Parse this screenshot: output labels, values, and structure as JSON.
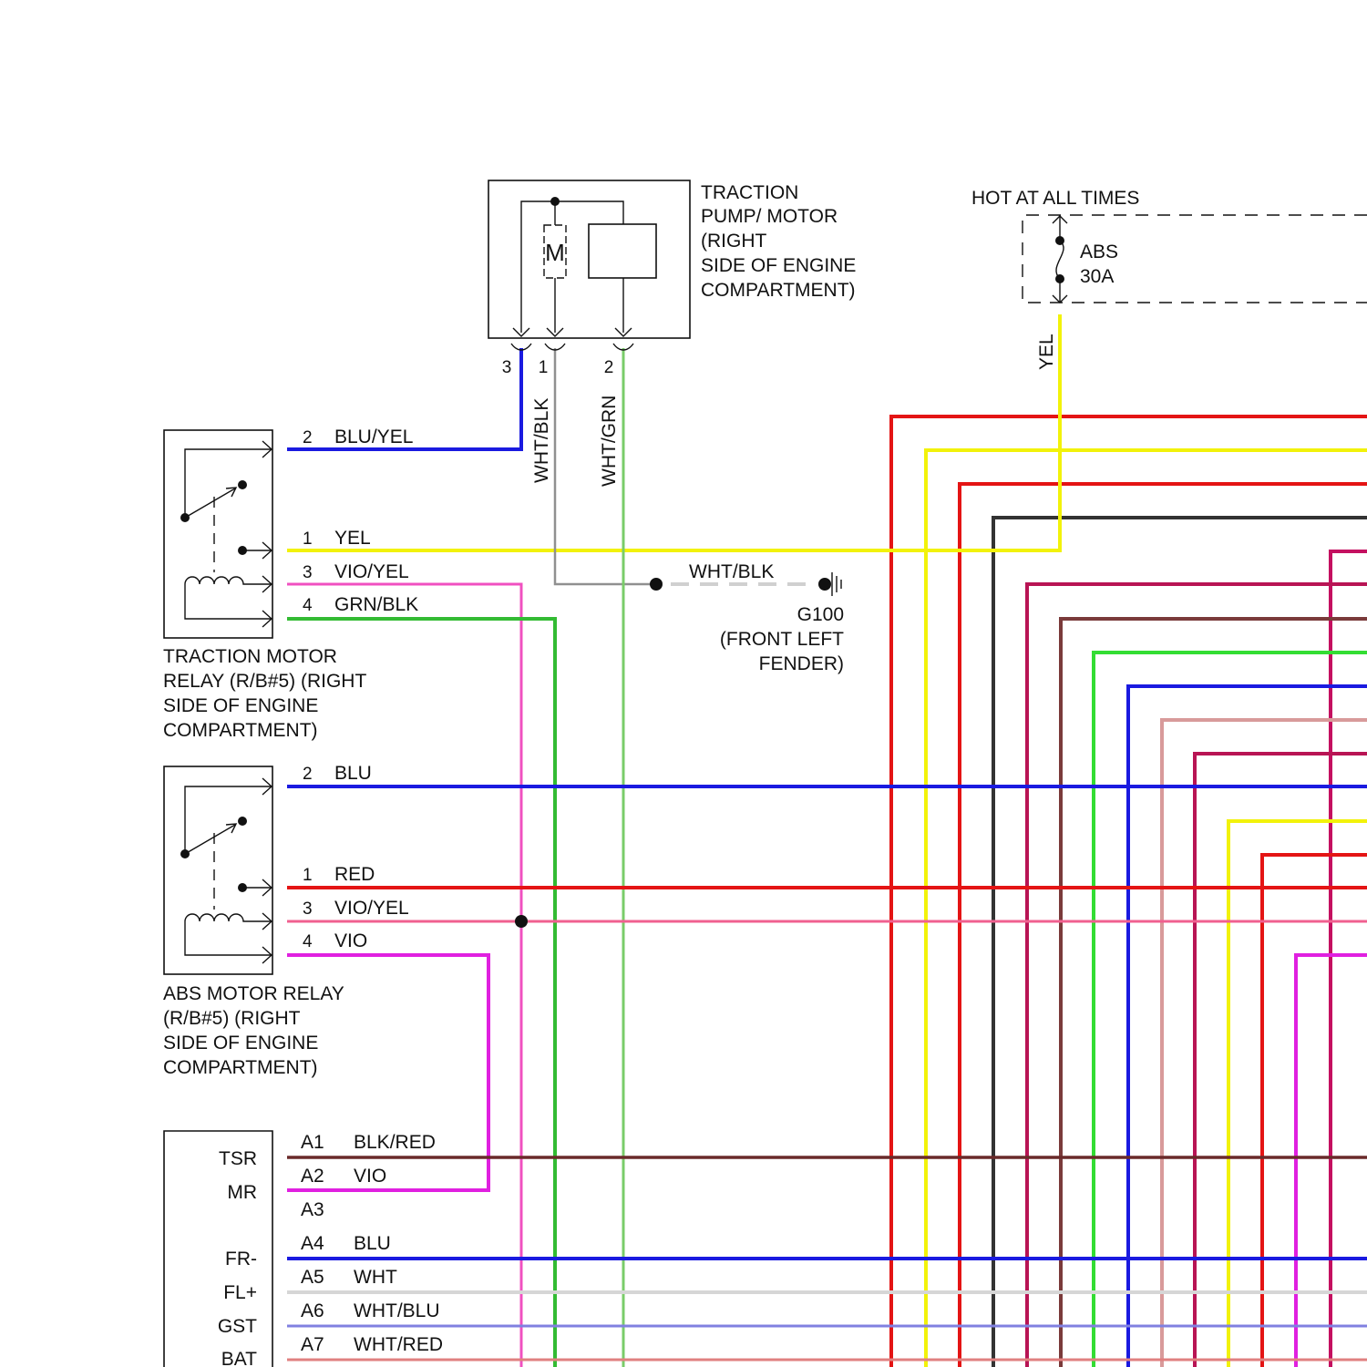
{
  "pump": {
    "motor_glyph": "M",
    "title": [
      "TRACTION",
      "PUMP/ MOTOR",
      "(RIGHT",
      "SIDE OF ENGINE",
      "COMPARTMENT)"
    ],
    "pins": [
      "3",
      "1",
      "2"
    ],
    "wire_blk": "WHT/BLK",
    "wire_grn": "WHT/GRN"
  },
  "fuse": {
    "hot_label": "HOT AT ALL TIMES",
    "name": "ABS",
    "rating": "30A",
    "wire": "YEL"
  },
  "traction_relay": {
    "pins": [
      {
        "pin": "2",
        "wire": "BLU/YEL"
      },
      {
        "pin": "1",
        "wire": "YEL"
      },
      {
        "pin": "3",
        "wire": "VIO/YEL"
      },
      {
        "pin": "4",
        "wire": "GRN/BLK"
      }
    ],
    "title": [
      "TRACTION MOTOR",
      "RELAY (R/B#5) (RIGHT",
      "SIDE OF ENGINE",
      "COMPARTMENT)"
    ]
  },
  "abs_relay": {
    "pins": [
      {
        "pin": "2",
        "wire": "BLU"
      },
      {
        "pin": "1",
        "wire": "RED"
      },
      {
        "pin": "3",
        "wire": "VIO/YEL"
      },
      {
        "pin": "4",
        "wire": "VIO"
      }
    ],
    "title": [
      "ABS MOTOR RELAY",
      "(R/B#5) (RIGHT",
      "SIDE OF ENGINE",
      "COMPARTMENT)"
    ]
  },
  "ground": {
    "wire": "WHT/BLK",
    "name": "G100",
    "location": [
      "(FRONT LEFT",
      "FENDER)"
    ]
  },
  "connector": {
    "rows": [
      {
        "func": "TSR",
        "pin": "A1",
        "wire": "BLK/RED"
      },
      {
        "func": "MR",
        "pin": "A2",
        "wire": "VIO"
      },
      {
        "func": "",
        "pin": "A3",
        "wire": ""
      },
      {
        "func": "FR-",
        "pin": "A4",
        "wire": "BLU"
      },
      {
        "func": "FL+",
        "pin": "A5",
        "wire": "WHT"
      },
      {
        "func": "GST",
        "pin": "A6",
        "wire": "WHT/BLU"
      },
      {
        "func": "BAT",
        "pin": "A7",
        "wire": "WHT/RED"
      }
    ]
  },
  "wire_colors": {
    "BLU": "#1a1ae0",
    "YEL": "#f2f20a",
    "VIO": "#e020e0",
    "RED": "#e41414",
    "GRN": "#33dd33",
    "BLK": "#333333",
    "WHT": "#d0d0d0",
    "BRN": "#7a3030",
    "PNK": "#e08a8a"
  }
}
